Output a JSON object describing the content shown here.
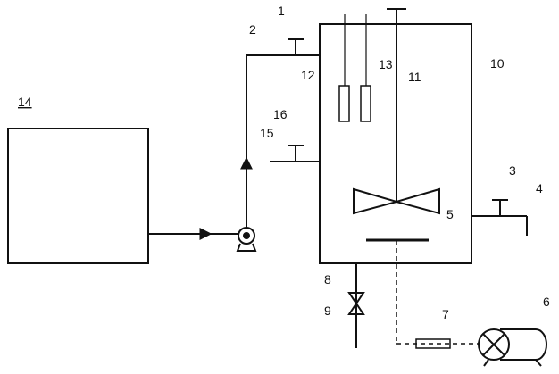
{
  "diagram": {
    "labels": {
      "n1": "1",
      "n2": "2",
      "n3": "3",
      "n4": "4",
      "n5": "5",
      "n6": "6",
      "n7": "7",
      "n8": "8",
      "n9": "9",
      "n10": "10",
      "n11": "11",
      "n12": "12",
      "n13": "13",
      "n14": "14",
      "n15": "15",
      "n16": "16"
    },
    "colors": {
      "stroke": "#111111",
      "background": "#ffffff"
    }
  }
}
